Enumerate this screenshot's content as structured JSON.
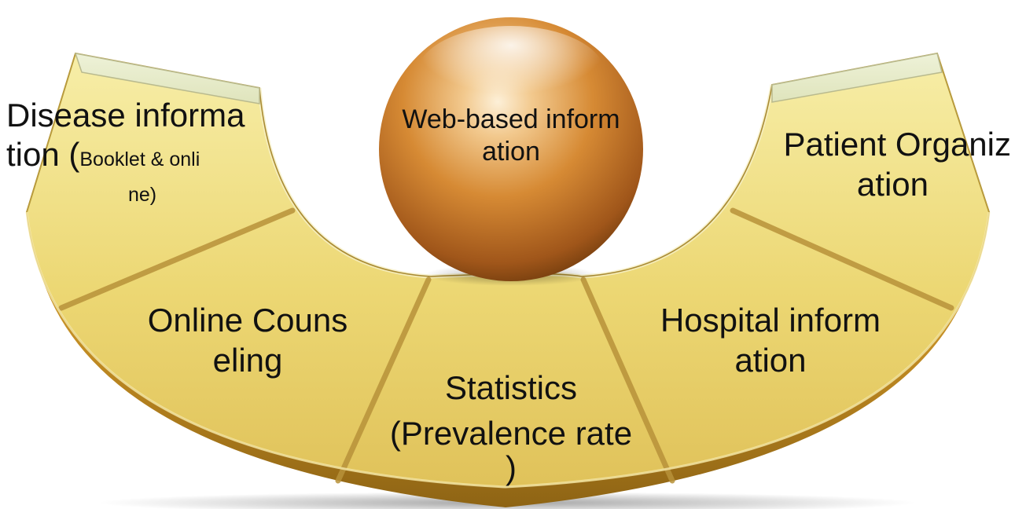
{
  "colors": {
    "band_light": "#f4e79a",
    "band_mid": "#e6c75a",
    "band_dark": "#c99a2c",
    "rim": "#9a7420",
    "divider": "#b59032",
    "sphere_highlight": "#fbe6c4",
    "sphere_mid": "#d9913a",
    "sphere_dark": "#8a4a10"
  },
  "center": {
    "line1": "Web-based inform",
    "line2": "ation"
  },
  "segments": [
    {
      "id": "disease",
      "line1": "Disease informa",
      "line2_a": "tion (",
      "line2_b": "Booklet & onli",
      "line3": "ne)"
    },
    {
      "id": "counseling",
      "line1": "Online Couns",
      "line2": "eling"
    },
    {
      "id": "statistics",
      "line1": "Statistics",
      "line2": "(Prevalence rate",
      "line3": ")"
    },
    {
      "id": "hospital",
      "line1": "Hospital inform",
      "line2": "ation"
    },
    {
      "id": "patient",
      "line1": "Patient Organiz",
      "line2": "ation"
    }
  ]
}
